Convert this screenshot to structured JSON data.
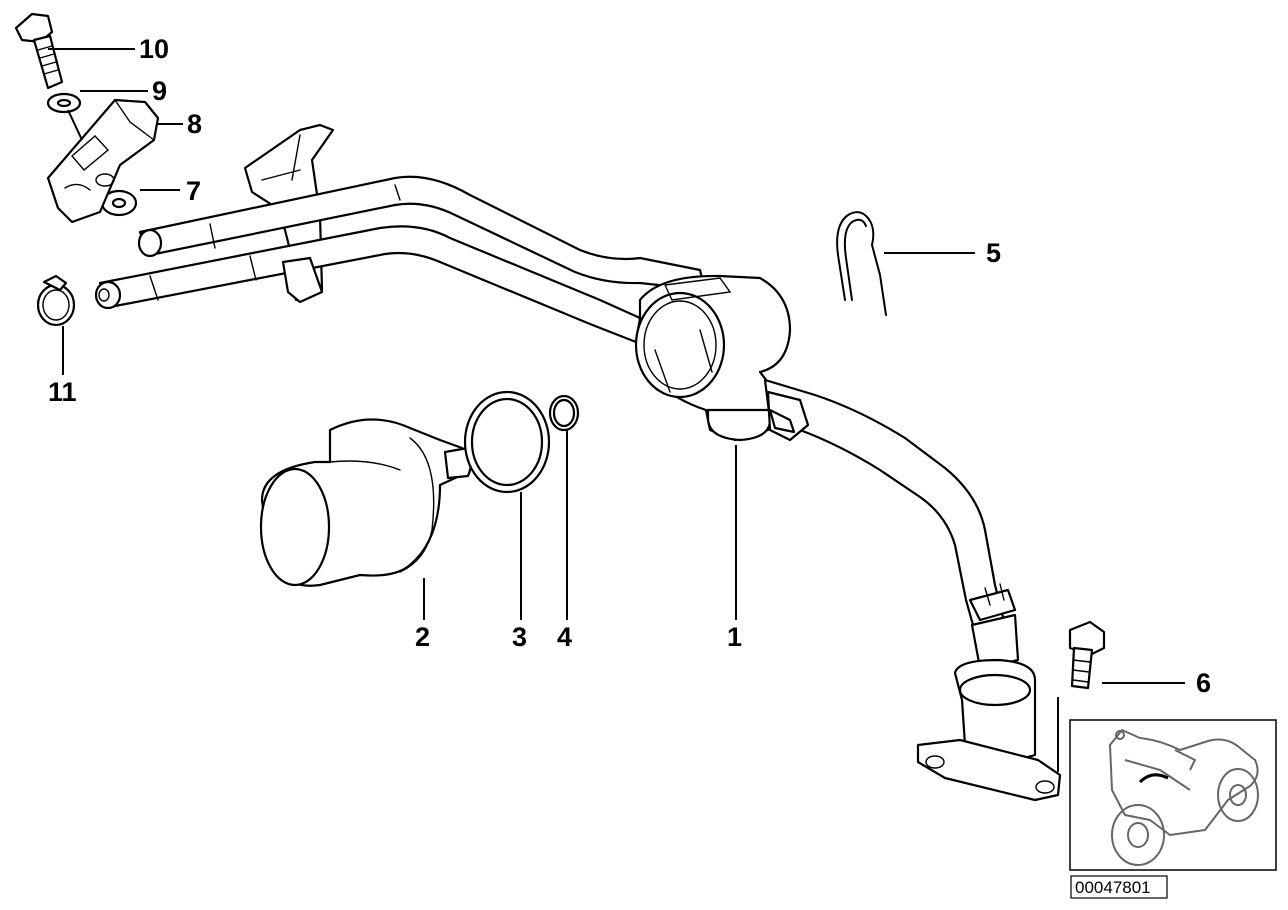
{
  "diagram": {
    "callouts": [
      "1",
      "2",
      "3",
      "4",
      "5",
      "6",
      "7",
      "8",
      "9",
      "10",
      "11"
    ],
    "document_number": "00047801",
    "colors": {
      "line": "#000000",
      "background": "#ffffff"
    }
  }
}
